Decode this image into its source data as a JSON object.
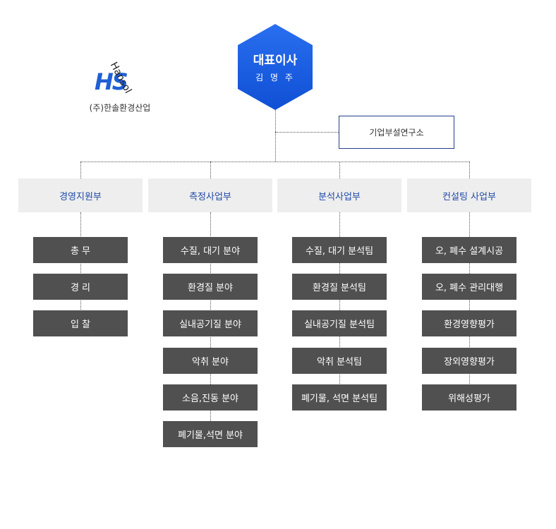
{
  "logo": {
    "mark": "HS",
    "script": "Hansol",
    "company": "(주)한솔환경산업"
  },
  "ceo": {
    "title": "대표이사",
    "name": "김 명 주",
    "color": "#1458e0"
  },
  "lab": {
    "label": "기업부설연구소",
    "border_color": "#23408e"
  },
  "departments": [
    {
      "name": "경영지원부",
      "teams": [
        "총 무",
        "경 리",
        "입 찰"
      ]
    },
    {
      "name": "측정사업부",
      "teams": [
        "수질, 대기 분야",
        "환경질 분야",
        "실내공기질 분야",
        "악취 분야",
        "소음,진동 분야",
        "폐기물,석면 분야"
      ]
    },
    {
      "name": "분석사업부",
      "teams": [
        "수질, 대기 분석팀",
        "환경질 분석팀",
        "실내공기질 분석팀",
        "악취 분석팀",
        "폐기물, 석면 분석팀"
      ]
    },
    {
      "name": "컨설팅 사업부",
      "teams": [
        "오, 폐수 설계시공",
        "오, 폐수 관리대행",
        "환경영향평가",
        "장외영향평가",
        "위해성평가"
      ]
    }
  ],
  "colors": {
    "department_bg": "#eeeeee",
    "department_text": "#1f4aa8",
    "team_bg": "#505050",
    "team_text": "#ffffff"
  }
}
